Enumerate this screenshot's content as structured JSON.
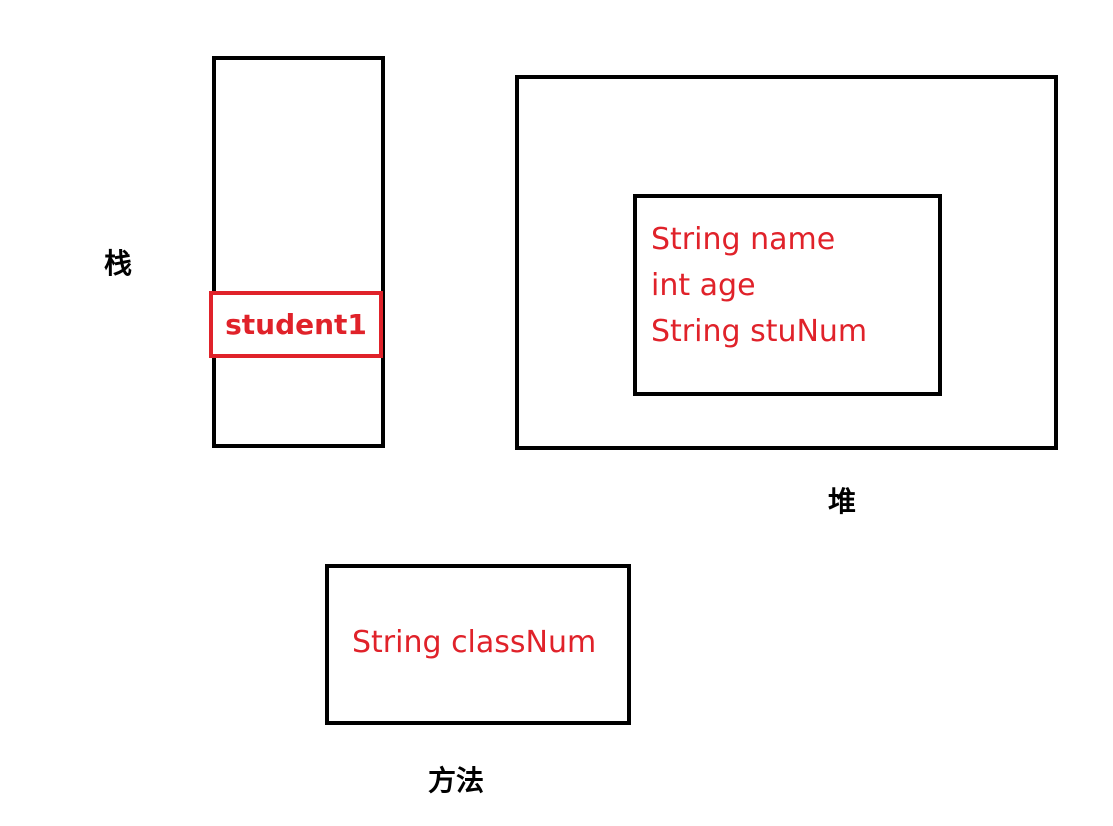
{
  "stack": {
    "label": "栈",
    "reference": "student1"
  },
  "heap": {
    "label": "堆",
    "fields": [
      "String name",
      "int age",
      "String stuNum"
    ]
  },
  "method_area": {
    "label": "方法",
    "field": "String classNum"
  },
  "colors": {
    "border": "#000000",
    "highlight": "#e0222a"
  }
}
